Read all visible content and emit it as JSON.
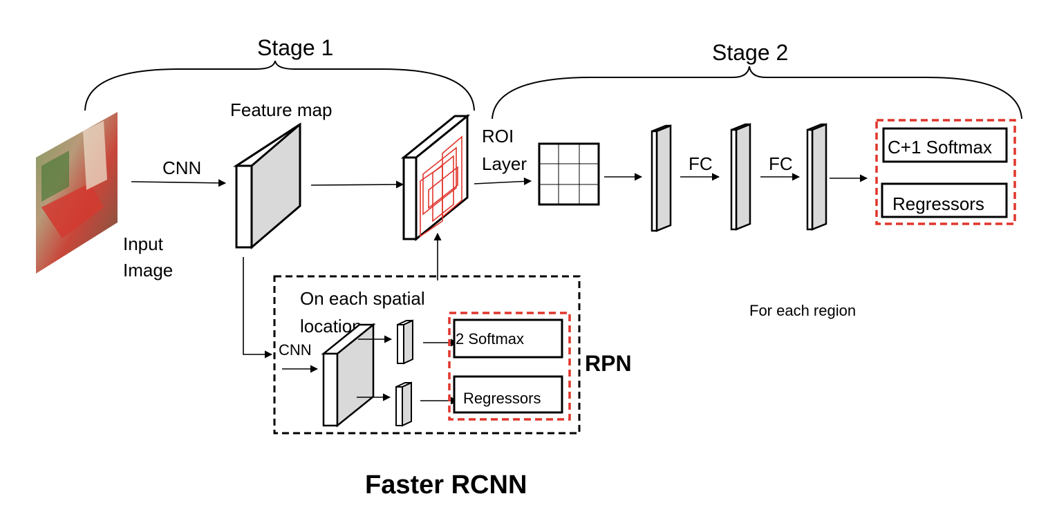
{
  "title": "Faster RCNN",
  "stage1": {
    "label": "Stage 1"
  },
  "stage2": {
    "label": "Stage 2"
  },
  "feature_map": {
    "label": "Feature map"
  },
  "cnn_main": {
    "label": "CNN"
  },
  "input": {
    "line1": "Input",
    "line2": "Image"
  },
  "roi": {
    "line1": "ROI",
    "line2": "Layer"
  },
  "fc1": {
    "label": "FC"
  },
  "fc2": {
    "label": "FC"
  },
  "heads": {
    "softmax": "C+1 Softmax",
    "regressors": "Regressors"
  },
  "region_note": "For each region",
  "rpn": {
    "label": "RPN",
    "note_line1": "On each spatial",
    "note_line2": "location",
    "cnn": "CNN",
    "softmax": "2 Softmax",
    "regressors": "Regressors"
  },
  "colors": {
    "dashed_red": "#e0352b",
    "dashed_black": "#000000",
    "proposal_boxes": "#e0352b",
    "block_fill": "#d9d9d9"
  }
}
